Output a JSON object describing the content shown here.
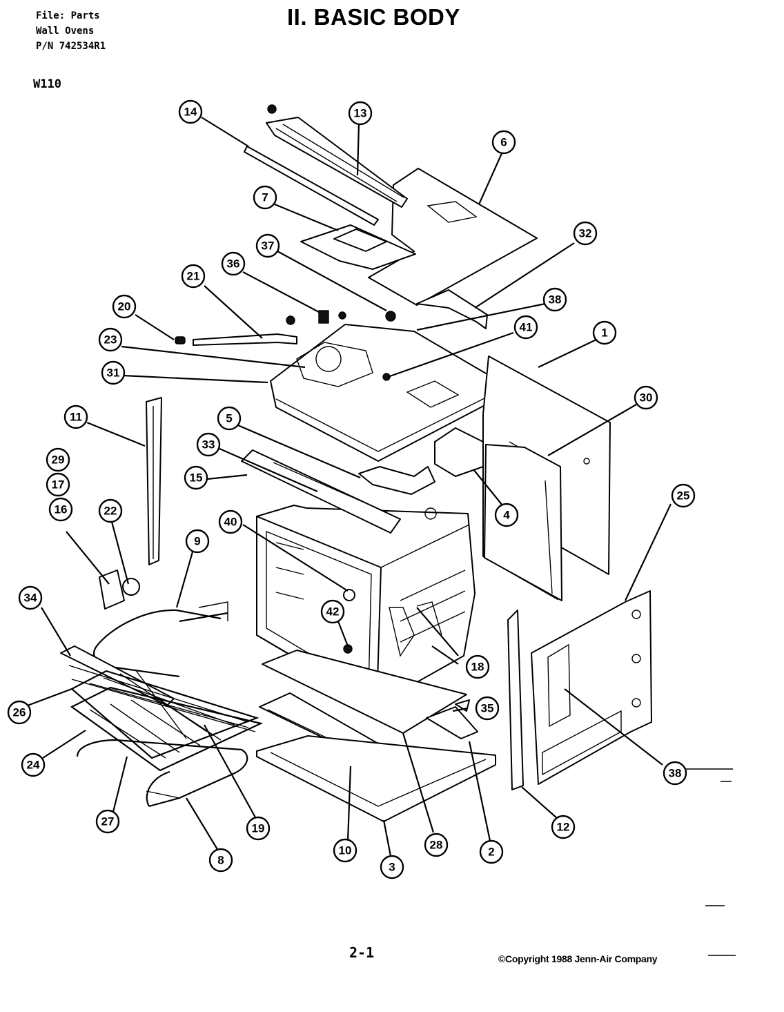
{
  "header": {
    "file_line": "File: Parts",
    "category_line": "Wall Ovens",
    "part_number_line": "P/N 742534R1"
  },
  "title": "II. BASIC BODY",
  "model": "W110",
  "footer": {
    "page_number": "2-1",
    "copyright": "©Copyright 1988 Jenn-Air Company"
  },
  "callouts": [
    "1",
    "2",
    "3",
    "4",
    "5",
    "6",
    "7",
    "8",
    "9",
    "10",
    "11",
    "12",
    "13",
    "14",
    "15",
    "16",
    "17",
    "18",
    "19",
    "20",
    "21",
    "22",
    "23",
    "24",
    "25",
    "26",
    "27",
    "28",
    "29",
    "30",
    "31",
    "32",
    "33",
    "34",
    "35",
    "36",
    "37",
    "38",
    "38",
    "40",
    "41",
    "42"
  ]
}
